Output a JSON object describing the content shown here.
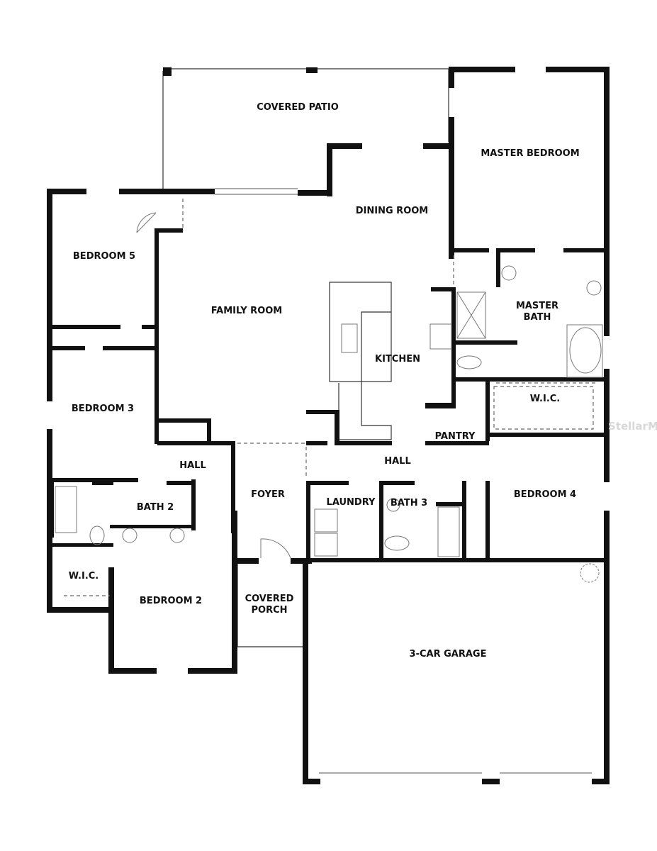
{
  "rooms": {
    "covered_patio": "COVERED PATIO",
    "master_bedroom": "MASTER BEDROOM",
    "dining_room": "DINING ROOM",
    "bedroom5": "BEDROOM 5",
    "family_room": "FAMILY ROOM",
    "master_bath": "MASTER\nBATH",
    "kitchen": "KITCHEN",
    "bedroom3": "BEDROOM 3",
    "wic_master": "W.I.C.",
    "pantry": "PANTRY",
    "hall_left": "HALL",
    "hall_center": "HALL",
    "foyer": "FOYER",
    "laundry": "LAUNDRY",
    "bath2": "BATH 2",
    "bath3": "BATH 3",
    "bedroom4": "BEDROOM 4",
    "wic_bed2": "W.I.C.",
    "bedroom2": "BEDROOM 2",
    "covered_porch": "COVERED\nPORCH",
    "garage": "3-CAR GARAGE"
  },
  "watermark": "StellarMLS",
  "colors": {
    "wall": "#111111",
    "fixture": "#777777"
  }
}
